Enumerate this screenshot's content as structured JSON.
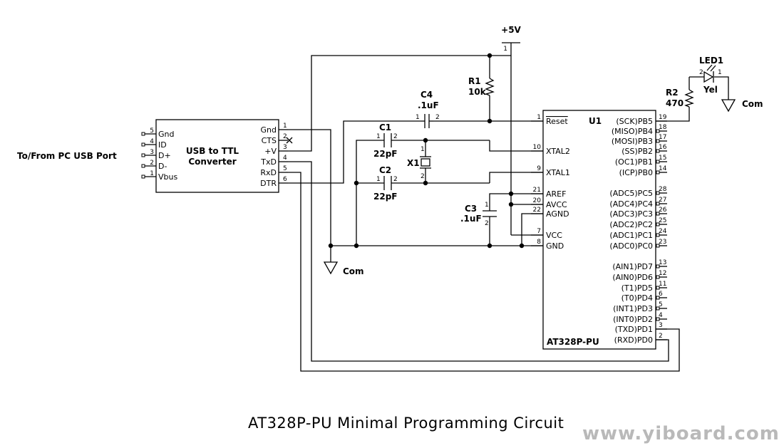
{
  "title": "AT328P-PU Minimal Programming Circuit",
  "watermark": "www.yiboard.com",
  "left_label": "To/From PC USB Port",
  "power_label": "+5V",
  "com_label": "Com",
  "converter": {
    "name": "USB to TTL Converter",
    "line1": "USB to TTL",
    "line2": "Converter",
    "usb_pins": [
      {
        "num": "5",
        "name": "Gnd"
      },
      {
        "num": "4",
        "name": "ID"
      },
      {
        "num": "3",
        "name": "D+"
      },
      {
        "num": "2",
        "name": "D-"
      },
      {
        "num": "1",
        "name": "Vbus"
      }
    ],
    "ttl_pins": [
      {
        "num": "1",
        "name": "Gnd"
      },
      {
        "num": "2",
        "name": "CTS"
      },
      {
        "num": "3",
        "name": "+V"
      },
      {
        "num": "4",
        "name": "TxD"
      },
      {
        "num": "5",
        "name": "RxD"
      },
      {
        "num": "6",
        "name": "DTR"
      }
    ]
  },
  "components": {
    "c4": {
      "ref": "C4",
      "value": ".1uF"
    },
    "c1": {
      "ref": "C1",
      "value": "22pF"
    },
    "c2": {
      "ref": "C2",
      "value": "22pF"
    },
    "c3": {
      "ref": "C3",
      "value": ".1uF"
    },
    "x1": {
      "ref": "X1"
    },
    "r1": {
      "ref": "R1",
      "value": "10k"
    },
    "r2": {
      "ref": "R2",
      "value": "470"
    },
    "led1": {
      "ref": "LED1",
      "value": "Yel"
    }
  },
  "mcu": {
    "ref": "U1",
    "part": "AT328P-PU",
    "left_pins": [
      {
        "num": "1",
        "name": "Reset"
      },
      {
        "num": "10",
        "name": "XTAL2"
      },
      {
        "num": "9",
        "name": "XTAL1"
      },
      {
        "num": "21",
        "name": "AREF"
      },
      {
        "num": "20",
        "name": "AVCC"
      },
      {
        "num": "22",
        "name": "AGND"
      },
      {
        "num": "7",
        "name": "VCC"
      },
      {
        "num": "8",
        "name": "GND"
      }
    ],
    "right_pins": [
      {
        "num": "19",
        "name": "(SCK)PB5"
      },
      {
        "num": "18",
        "name": "(MISO)PB4"
      },
      {
        "num": "17",
        "name": "(MOSI)PB3"
      },
      {
        "num": "16",
        "name": "(SS)PB2"
      },
      {
        "num": "15",
        "name": "(OC1)PB1"
      },
      {
        "num": "14",
        "name": "(ICP)PB0"
      },
      {
        "num": "28",
        "name": "(ADC5)PC5"
      },
      {
        "num": "27",
        "name": "(ADC4)PC4"
      },
      {
        "num": "26",
        "name": "(ADC3)PC3"
      },
      {
        "num": "25",
        "name": "(ADC2)PC2"
      },
      {
        "num": "24",
        "name": "(ADC1)PC1"
      },
      {
        "num": "23",
        "name": "(ADC0)PC0"
      },
      {
        "num": "13",
        "name": "(AIN1)PD7"
      },
      {
        "num": "12",
        "name": "(AIN0)PD6"
      },
      {
        "num": "11",
        "name": "(T1)PD5"
      },
      {
        "num": "6",
        "name": "(T0)PD4"
      },
      {
        "num": "5",
        "name": "(INT1)PD3"
      },
      {
        "num": "4",
        "name": "(INT0)PD2"
      },
      {
        "num": "3",
        "name": "(TXD)PD1"
      },
      {
        "num": "2",
        "name": "(RXD)PD0"
      }
    ]
  }
}
